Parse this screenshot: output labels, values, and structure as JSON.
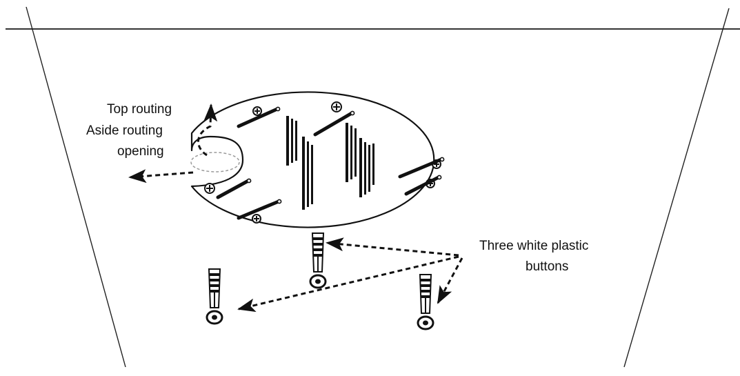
{
  "labels": {
    "top_routing": "Top routing",
    "aside_routing_line1": "Aside routing",
    "aside_routing_line2": "opening",
    "buttons_line1": "Three white plastic",
    "buttons_line2": "buttons"
  },
  "colors": {
    "ink": "#111111",
    "background": "#ffffff",
    "opening_outline": "#9a9a9a"
  }
}
